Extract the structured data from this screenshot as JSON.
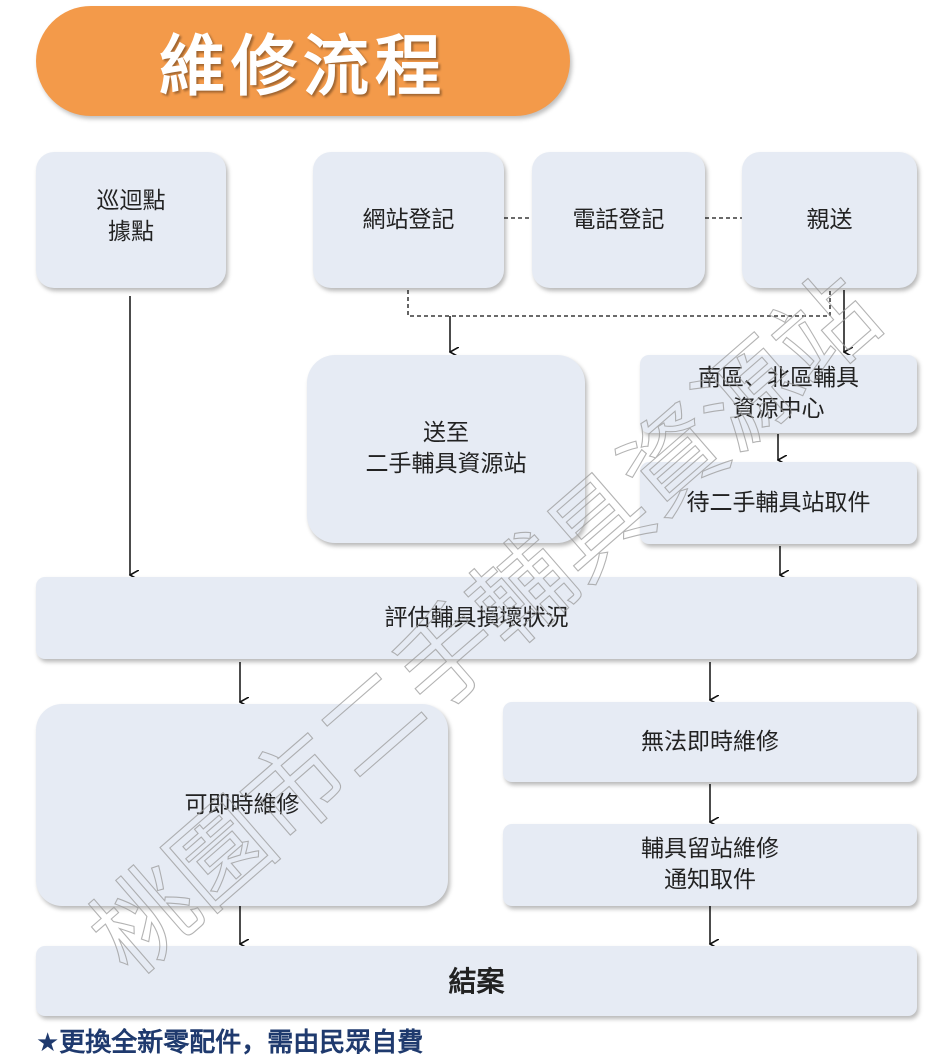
{
  "title": "維修流程",
  "boxes": {
    "patrol": [
      "巡迴點",
      "據點"
    ],
    "website": "網站登記",
    "phone": "電話登記",
    "delivery": "親送",
    "send_to": [
      "送至",
      "二手輔具資源站"
    ],
    "center": [
      "南區、北區輔具",
      "資源中心"
    ],
    "pickup": "待二手輔具站取件",
    "assess": "評估輔具損壞狀況",
    "immediate": "可即時維修",
    "not_immediate": "無法即時維修",
    "stay_repair": [
      "輔具留站維修",
      "通知取件"
    ],
    "close": "結案"
  },
  "note": "★更換全新零配件，需由民眾自費",
  "watermark": "桃園市二手輔具資源站",
  "colors": {
    "title_bg": "#f39a4a",
    "box_bg": "#e6ebf4",
    "note_text": "#1f3a6e"
  }
}
